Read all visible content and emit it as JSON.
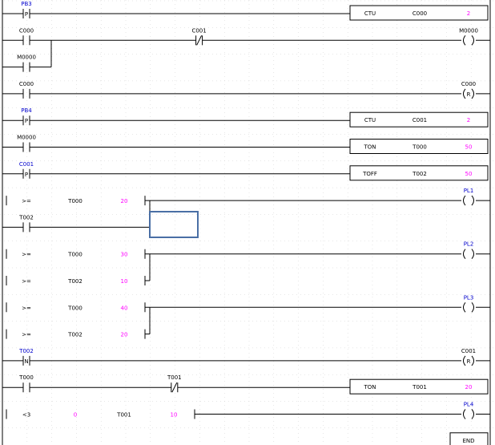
{
  "colors": {
    "wire": "#000000",
    "label": "#000000",
    "device_label": "#0000cc",
    "value": "#ff00ff",
    "grid": "#cfcfcf",
    "selection": "#4a6fa5"
  },
  "rungs": [
    {
      "row": 0,
      "contacts": [
        {
          "col": 0,
          "type": "P",
          "label": "PB3"
        }
      ],
      "box": {
        "op": "CTU",
        "dev": "C000",
        "val": "2"
      }
    },
    {
      "row": 1,
      "contacts": [
        {
          "col": 0,
          "type": "NO",
          "label": "C000"
        },
        {
          "col": 7,
          "type": "NC",
          "label": "C001"
        }
      ],
      "coil": {
        "type": "coil",
        "label": "M0000"
      }
    },
    {
      "row": 2,
      "contacts": [
        {
          "col": 0,
          "type": "NO",
          "label": "M0000"
        }
      ]
    },
    {
      "row": 3,
      "contacts": [
        {
          "col": 0,
          "type": "NO",
          "label": "C000"
        }
      ],
      "coil": {
        "type": "reset",
        "label": "C000"
      }
    },
    {
      "row": 4,
      "contacts": [
        {
          "col": 0,
          "type": "P",
          "label": "PB4"
        }
      ],
      "box": {
        "op": "CTU",
        "dev": "C001",
        "val": "2"
      }
    },
    {
      "row": 5,
      "contacts": [
        {
          "col": 0,
          "type": "NO",
          "label": "M0000"
        }
      ],
      "box": {
        "op": "TON",
        "dev": "T000",
        "val": "50"
      }
    },
    {
      "row": 6,
      "contacts": [
        {
          "col": 0,
          "type": "P",
          "label": "C001"
        }
      ],
      "box": {
        "op": "TOFF",
        "dev": "T002",
        "val": "50"
      }
    },
    {
      "row": 7,
      "compare": {
        "op": ">=",
        "a": "T000",
        "b": "20"
      },
      "coil": {
        "type": "coil",
        "label": "PL1"
      }
    },
    {
      "row": 8,
      "contacts": [
        {
          "col": 0,
          "type": "NO",
          "label": "T002"
        }
      ]
    },
    {
      "row": 9,
      "compare": {
        "op": ">=",
        "a": "T000",
        "b": "30"
      },
      "coil": {
        "type": "coil",
        "label": "PL2"
      }
    },
    {
      "row": 10,
      "compare": {
        "op": ">=",
        "a": "T002",
        "b": "10"
      }
    },
    {
      "row": 11,
      "compare": {
        "op": ">=",
        "a": "T000",
        "b": "40"
      },
      "coil": {
        "type": "coil",
        "label": "PL3"
      }
    },
    {
      "row": 12,
      "compare": {
        "op": ">=",
        "a": "T002",
        "b": "20"
      }
    },
    {
      "row": 13,
      "contacts": [
        {
          "col": 0,
          "type": "N",
          "label": "T002"
        }
      ],
      "coil": {
        "type": "reset",
        "label": "C001"
      }
    },
    {
      "row": 14,
      "contacts": [
        {
          "col": 0,
          "type": "NO",
          "label": "T000"
        },
        {
          "col": 6,
          "type": "NC",
          "label": "T001"
        }
      ],
      "box": {
        "op": "TON",
        "dev": "T001",
        "val": "20"
      }
    },
    {
      "row": 15,
      "compare": {
        "op": "<3",
        "a": "0",
        "b": "T001",
        "c": "10",
        "wide": true
      },
      "coil": {
        "type": "coil",
        "label": "PL4"
      }
    },
    {
      "row": 16,
      "end": "END"
    }
  ]
}
